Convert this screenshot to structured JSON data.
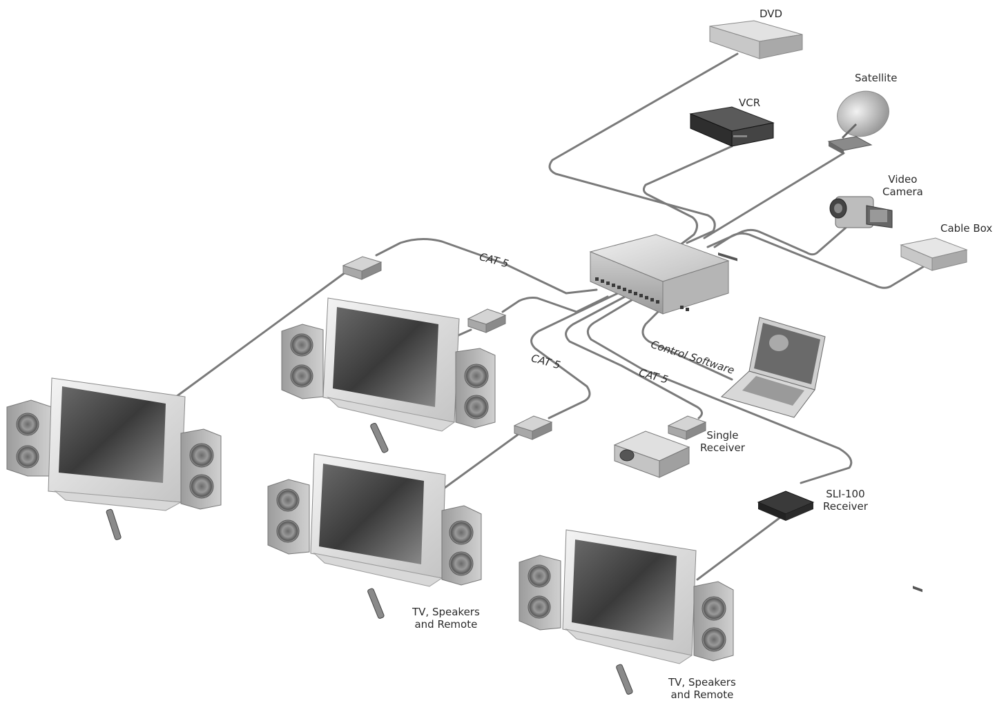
{
  "labels": {
    "dvd": "DVD",
    "satellite": "Satellite",
    "vcr": "VCR",
    "video_camera_line1": "Video",
    "video_camera_line2": "Camera",
    "cable_box": "Cable Box",
    "cat5_top": "CAT 5",
    "cat5_middle": "CAT 5",
    "cat5_right": "CAT 5",
    "control_software": "Control Software",
    "single_receiver_line1": "Single",
    "single_receiver_line2": "Receiver",
    "sli_receiver_line1": "SLI-100",
    "sli_receiver_line2": "Receiver",
    "tv_speakers_a_line1": "TV, Speakers",
    "tv_speakers_a_line2": "and Remote",
    "tv_speakers_b_line1": "TV, Speakers",
    "tv_speakers_b_line2": "and Remote"
  },
  "colors": {
    "cable": "#7a7a7a",
    "device_light": "#d9d9d9",
    "device_mid": "#a8a8a8",
    "device_dark": "#3c3c3c",
    "screen": "#4a4a4a",
    "text": "#2a2a2a"
  }
}
